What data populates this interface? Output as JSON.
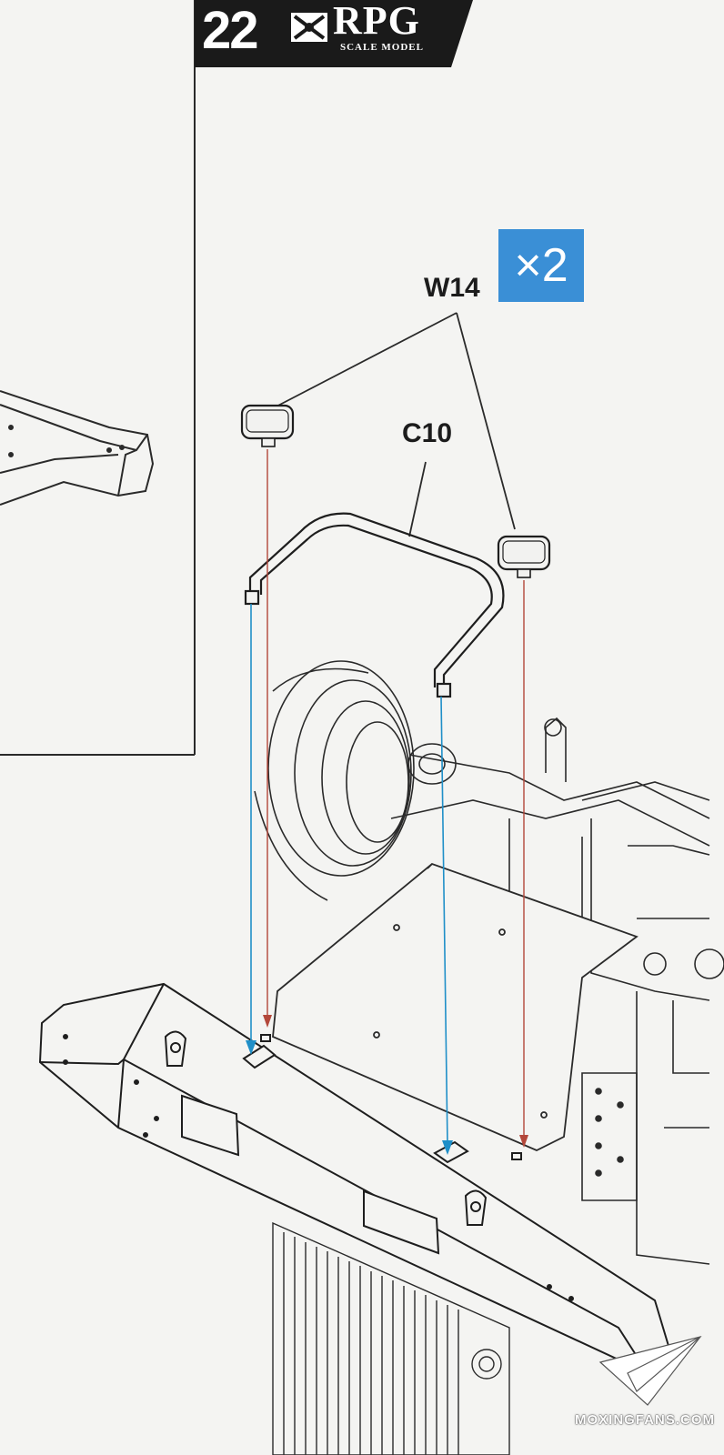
{
  "step": {
    "number": "22"
  },
  "brand": {
    "name": "RPG",
    "tagline": "SCALE MODEL"
  },
  "parts": {
    "w14": {
      "label": "W14",
      "quantity": "×2"
    },
    "c10": {
      "label": "C10"
    }
  },
  "watermark": {
    "text": "MOXINGFANS.COM"
  },
  "colors": {
    "header": "#1a1a1a",
    "quantity_badge": "#3a8fd6",
    "guide_blue": "#1f8fc8",
    "guide_red": "#b3473a",
    "line_art": "#2a2a2a"
  }
}
